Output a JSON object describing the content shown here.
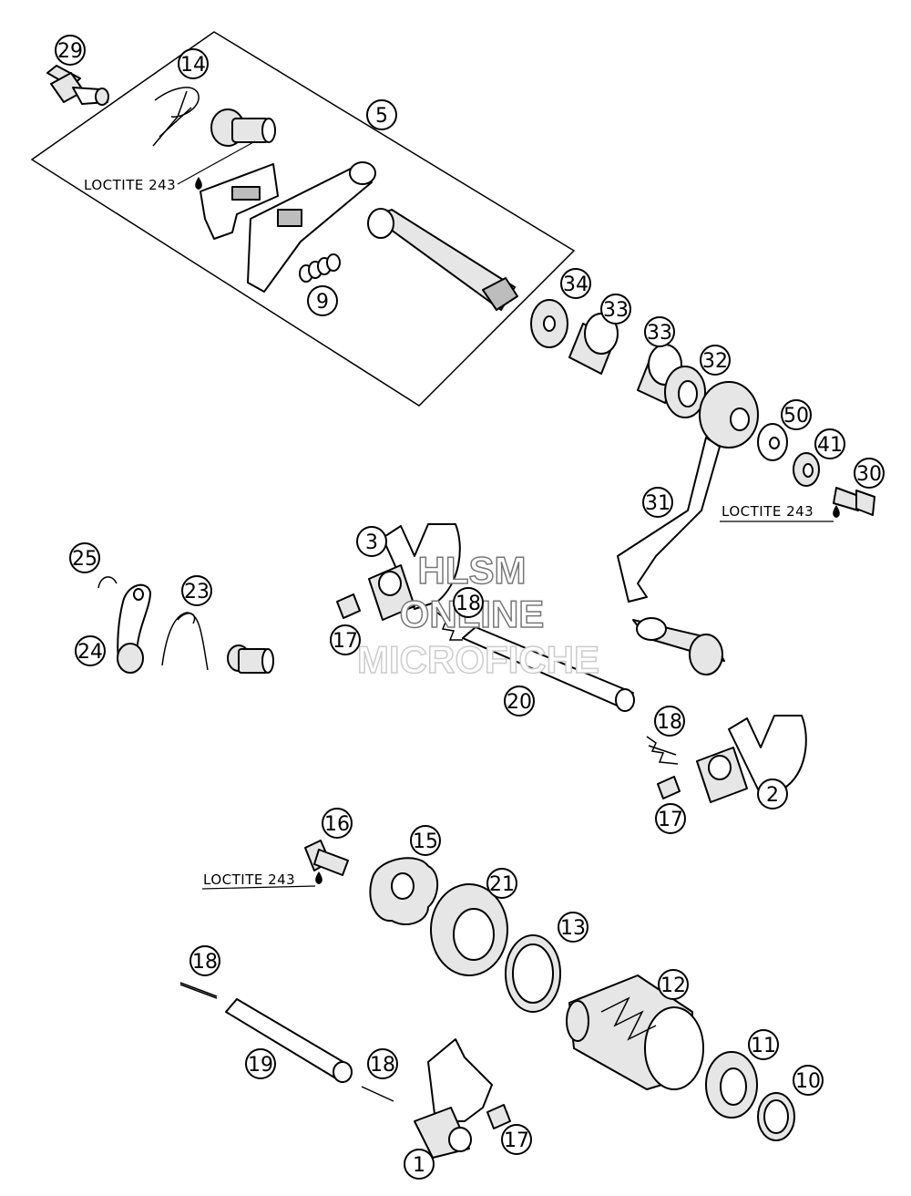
{
  "callouts": [
    {
      "id": "c29",
      "label": "29"
    },
    {
      "id": "c14",
      "label": "14"
    },
    {
      "id": "c5",
      "label": "5"
    },
    {
      "id": "c9",
      "label": "9"
    },
    {
      "id": "c34",
      "label": "34"
    },
    {
      "id": "c33a",
      "label": "33"
    },
    {
      "id": "c33b",
      "label": "33"
    },
    {
      "id": "c32",
      "label": "32"
    },
    {
      "id": "c50",
      "label": "50"
    },
    {
      "id": "c41",
      "label": "41"
    },
    {
      "id": "c30",
      "label": "30"
    },
    {
      "id": "c31",
      "label": "31"
    },
    {
      "id": "c25",
      "label": "25"
    },
    {
      "id": "c23",
      "label": "23"
    },
    {
      "id": "c24",
      "label": "24"
    },
    {
      "id": "c3",
      "label": "3"
    },
    {
      "id": "c18a",
      "label": "18"
    },
    {
      "id": "c17a",
      "label": "17"
    },
    {
      "id": "c20",
      "label": "20"
    },
    {
      "id": "c18b",
      "label": "18"
    },
    {
      "id": "c2",
      "label": "2"
    },
    {
      "id": "c17b",
      "label": "17"
    },
    {
      "id": "c16",
      "label": "16"
    },
    {
      "id": "c15",
      "label": "15"
    },
    {
      "id": "c21",
      "label": "21"
    },
    {
      "id": "c13",
      "label": "13"
    },
    {
      "id": "c12",
      "label": "12"
    },
    {
      "id": "c18c",
      "label": "18"
    },
    {
      "id": "c19",
      "label": "19"
    },
    {
      "id": "c18d",
      "label": "18"
    },
    {
      "id": "c11",
      "label": "11"
    },
    {
      "id": "c10",
      "label": "10"
    },
    {
      "id": "c1",
      "label": "1"
    },
    {
      "id": "c17c",
      "label": "17"
    }
  ],
  "loctite_notes": [
    "LOCTITE 243",
    "LOCTITE 243",
    "LOCTITE 243"
  ],
  "watermark": {
    "line1": "HLSM",
    "line2": "ONLINE",
    "line3": "MICROFICHE"
  }
}
